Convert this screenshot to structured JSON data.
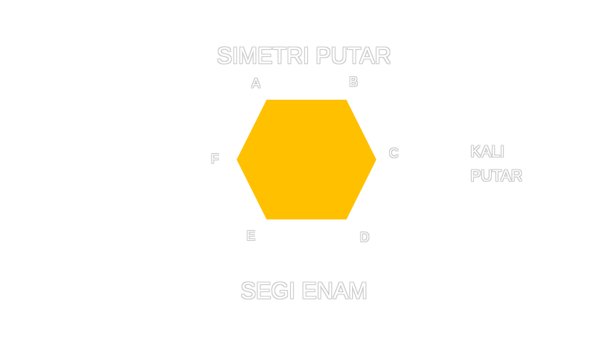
{
  "title": "SIMETRI PUTAR",
  "subtitle": "SEGI ENAM",
  "vertex_labels": {
    "a": "A",
    "b": "B",
    "c": "C",
    "d": "D",
    "e": "E",
    "f": "F"
  },
  "side_note": {
    "line1": "KALI",
    "line2": "PUTAR"
  },
  "colors": {
    "hexagon_fill": "#FFC000",
    "text_fill": "#FFFFFF",
    "text_outline": "#C8C8C8"
  }
}
